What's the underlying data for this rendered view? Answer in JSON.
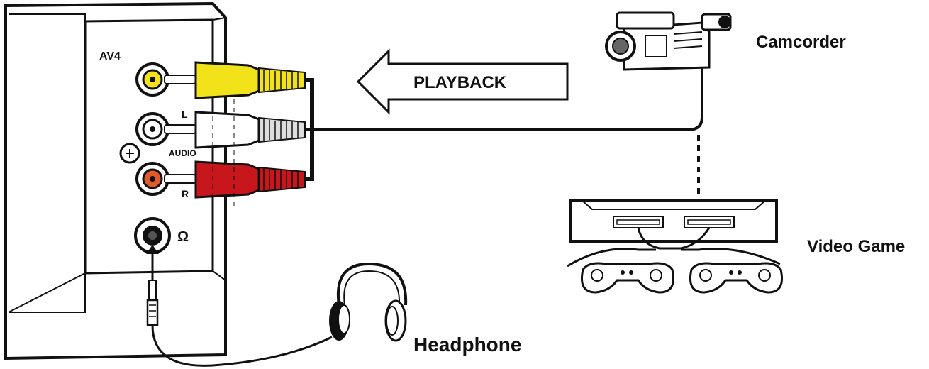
{
  "panel": {
    "input_label": "AV4",
    "left_label": "L",
    "audio_label": "AUDIO",
    "right_label": "R",
    "headphone_symbol": "Ω"
  },
  "arrow": {
    "label": "PLAYBACK"
  },
  "devices": {
    "camcorder": "Camcorder",
    "video_game": "Video Game",
    "headphone": "Headphone"
  },
  "colors": {
    "video_plug": "#f2e21a",
    "audio_left_plug": "#ffffff",
    "audio_right_plug": "#c8161d",
    "cable": "#111111"
  },
  "icons": [
    "camcorder-icon",
    "game-console-icon",
    "gamepad-icon",
    "headphone-icon",
    "headphone-jack-icon",
    "rca-plug-icon"
  ]
}
